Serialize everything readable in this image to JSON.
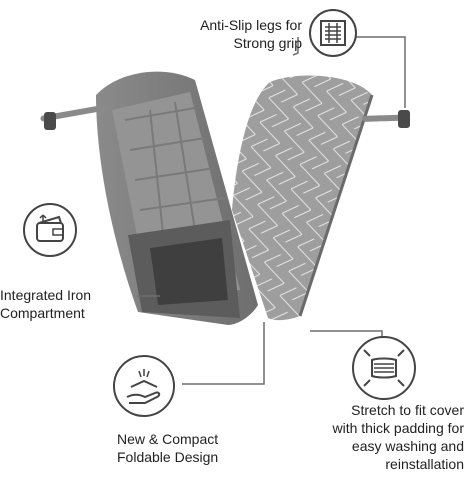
{
  "callouts": {
    "anti_slip": {
      "line1": "Anti-Slip legs for",
      "line2": "Strong grip",
      "icon": "grip-texture-icon"
    },
    "iron_compartment": {
      "line1": "Integrated Iron",
      "line2": "Compartment",
      "icon": "wallet-storage-icon"
    },
    "foldable": {
      "line1": "New & Compact",
      "line2": "Foldable Design",
      "icon": "hand-fold-icon"
    },
    "cover": {
      "line1": "Stretch to fit cover",
      "line2": "with thick padding for",
      "line3": "easy washing and",
      "line4": "reinstallation",
      "icon": "stretch-fabric-icon"
    }
  },
  "colors": {
    "board_cover": "#9e9e9e",
    "board_pattern": "#e6e6e6",
    "board_frame": "#7b7b7b",
    "leg_tip": "#4a4a4a",
    "icon_stroke": "#444444"
  }
}
